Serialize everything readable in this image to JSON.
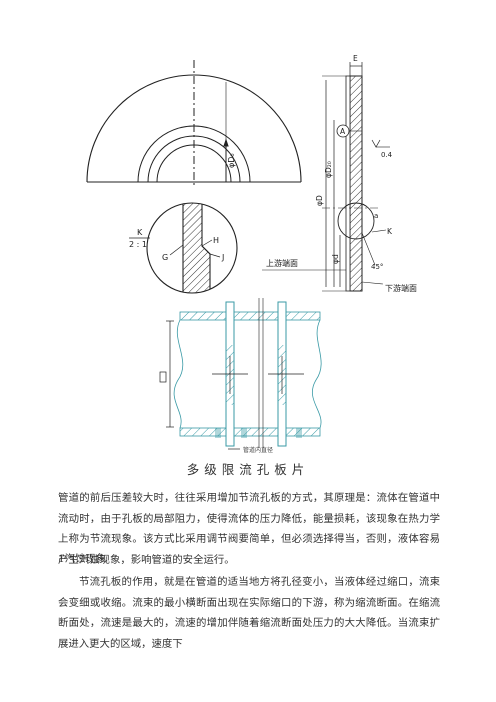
{
  "figure": {
    "labels": {
      "a": "A",
      "e": "E",
      "k": "K",
      "scale_k": "K",
      "scale": "2 : 1",
      "g": "G",
      "h": "H",
      "j": "J",
      "d0": "φD₀",
      "dw": "φD₂₀",
      "dtotal": "φD",
      "dk": "φd",
      "a_small": "a",
      "roughness": "0.4",
      "upstream": "上游端面",
      "downstream": "下游端面",
      "angle": "45°",
      "flow_note": "管道内直径"
    }
  },
  "caption": "多级限流孔板片",
  "paragraphs": {
    "p1": "管道的前后压差较大时，往往采用增加节流孔板的方式，其原理是：流体在管道中流动时，由于孔板的局部阻力，使得流体的压力降低，能量损耗，该现象在热力学上称为节流现象。该方式比采用调节阀要简单，但必须选择得当，否则，液体容易产生汽蚀现象，影响管道的安全运行。",
    "heading": "1汽蚀现象",
    "p2": "节流孔板的作用，就是在管道的适当地方将孔径变小，当液体经过缩口，流束会变细或收缩。流束的最小横断面出现在实际缩口的下游，称为缩流断面。在缩流断面处，流速是最大的，流速的增加伴随着缩流断面处压力的大大降低。当流束扩展进入更大的区域，速度下"
  }
}
